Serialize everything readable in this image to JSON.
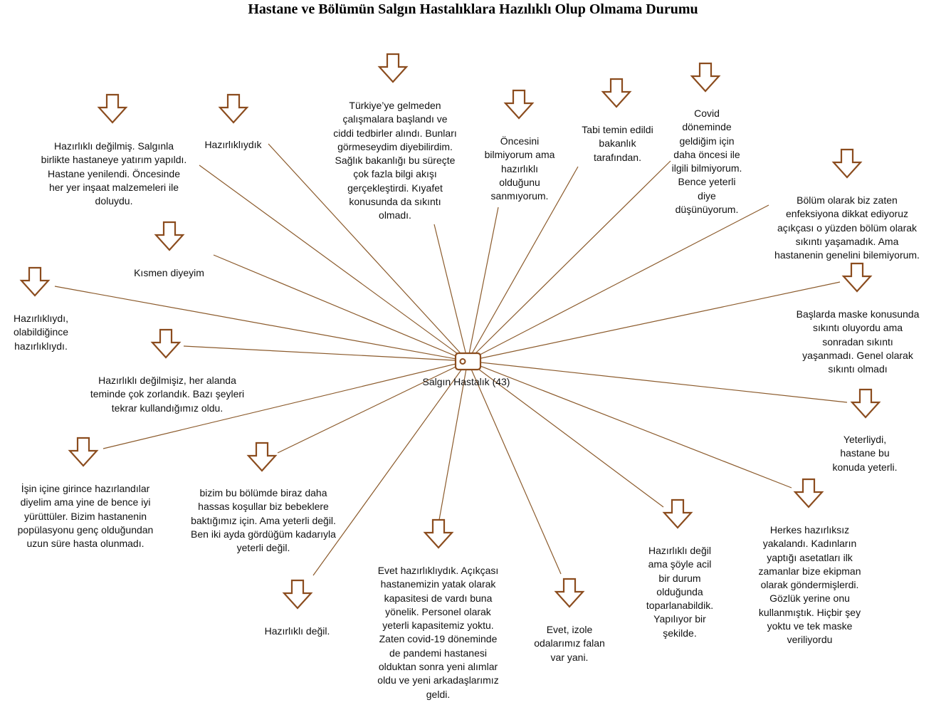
{
  "title": "Hastane ve Bölümün Salgın Hastalıklara Hazılıklı Olup Olmama Durumu",
  "colors": {
    "line": "#8b5a2b",
    "arrow": "#8b4c1e",
    "text": "#111111"
  },
  "center": {
    "label": "Salgın Hastalık (43)",
    "icon": "tag-icon"
  },
  "nodes": [
    {
      "id": "n1",
      "icon": "down-arrow-icon",
      "text": "Hazırlıklı değilmiş. Salgınla\nbirlikte hastaneye yatırım yapıldı.\nHastane yenilendi. Öncesinde\nher yer inşaat malzemeleri ile\ndoluydu."
    },
    {
      "id": "n2",
      "icon": "down-arrow-icon",
      "text": "Hazırlıklıydık"
    },
    {
      "id": "n3",
      "icon": "down-arrow-icon",
      "text": "Türkiye’ye gelmeden\nçalışmalara başlandı ve\nciddi tedbirler alındı. Bunları\ngörmeseydim diyebilirdim.\nSağlık bakanlığı bu süreçte\nçok fazla bilgi akışı\ngerçekleştirdi. Kıyafet\nkonusunda da sıkıntı\nolmadı."
    },
    {
      "id": "n4",
      "icon": "down-arrow-icon",
      "text": "Öncesini\nbilmiyorum ama\nhazırlıklı\nolduğunu\nsanmıyorum."
    },
    {
      "id": "n5",
      "icon": "down-arrow-icon",
      "text": "Tabi temin edildi\nbakanlık\ntarafından."
    },
    {
      "id": "n6",
      "icon": "down-arrow-icon",
      "text": "Covid\ndöneminde\ngeldiğim için\ndaha öncesi ile\nilgili bilmiyorum.\nBence yeterli\ndiye\ndüşünüyorum."
    },
    {
      "id": "n7",
      "icon": "down-arrow-icon",
      "text": "Bölüm olarak biz zaten\nenfeksiyona dikkat ediyoruz\naçıkçası o yüzden bölüm olarak\nsıkıntı yaşamadık. Ama\nhastanenin genelini bilemiyorum."
    },
    {
      "id": "n8",
      "icon": "down-arrow-icon",
      "text": "Başlarda maske konusunda\nsıkıntı oluyordu ama\nsonradan sıkıntı\nyaşanmadı. Genel olarak\nsıkıntı olmadı"
    },
    {
      "id": "n9",
      "icon": "down-arrow-icon",
      "text": "Yeterliydi,\nhastane bu\nkonuda yeterli."
    },
    {
      "id": "n10",
      "icon": "down-arrow-icon",
      "text": "Herkes hazırlıksız\nyakalandı. Kadınların\nyaptığı asetatları ilk\nzamanlar bize ekipman\nolarak göndermişlerdi.\nGözlük yerine onu\nkullanmıştık. Hiçbir şey\nyoktu ve tek maske\nveriliyordu"
    },
    {
      "id": "n11",
      "icon": "down-arrow-icon",
      "text": "Hazırlıklı değil\nama şöyle acil\nbir durum\nolduğunda\ntoparlanabildik.\nYapılıyor bir\nşekilde."
    },
    {
      "id": "n12",
      "icon": "down-arrow-icon",
      "text": "Evet, izole\nodalarımız falan\nvar yani."
    },
    {
      "id": "n13",
      "icon": "down-arrow-icon",
      "text": "Evet hazırlıklıydık. Açıkçası\nhastanemizin yatak olarak\nkapasitesi de vardı buna\nyönelik. Personel olarak\nyeterli kapasitemiz yoktu.\nZaten covid-19 döneminde\nde  pandemi hastanesi\nolduktan sonra yeni alımlar\noldu ve yeni arkadaşlarımız\ngeldi."
    },
    {
      "id": "n14",
      "icon": "down-arrow-icon",
      "text": "Hazırlıklı değil."
    },
    {
      "id": "n15",
      "icon": "down-arrow-icon",
      "text": "bizim bu bölümde biraz daha\nhassas koşullar biz bebeklere\nbaktığımız için. Ama yeterli değil.\nBen iki ayda gördüğüm kadarıyla\nyeterli değil."
    },
    {
      "id": "n16",
      "icon": "down-arrow-icon",
      "text": "İşin içine girince hazırlandılar\ndiyelim ama yine de bence iyi\nyürüttüler. Bizim hastanenin\npopülasyonu genç olduğundan\nuzun süre hasta olunmadı."
    },
    {
      "id": "n17",
      "icon": "down-arrow-icon",
      "text": "Hazırlıklı değilmişiz, her alanda\nteminde çok zorlandık. Bazı şeyleri\ntekrar kullandığımız oldu."
    },
    {
      "id": "n18",
      "icon": "down-arrow-icon",
      "text": "Hazırlıklıydı,\nolabildiğince\nhazırlıklıydı."
    },
    {
      "id": "n19",
      "icon": "down-arrow-icon",
      "text": "Kısmen diyeyim"
    }
  ]
}
